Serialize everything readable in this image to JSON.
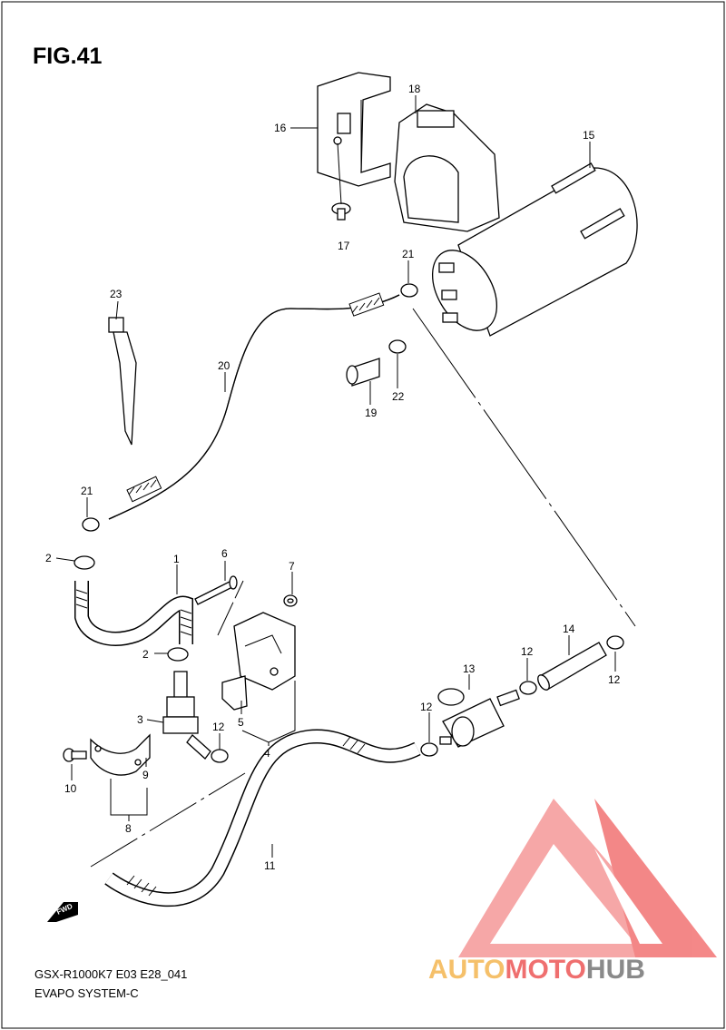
{
  "header": {
    "figure": "FIG.41"
  },
  "footer": {
    "model": "GSX-R1000K7 E03 E28_041",
    "system": "EVAPO SYSTEM-C"
  },
  "watermark": {
    "part1": "AUTO",
    "part2": "MOTO",
    "part3": "HUB",
    "colors": {
      "auto": "#f5c06a",
      "moto": "#ef6f6f",
      "hub": "#8a8a8a",
      "triangle": "#f06060"
    }
  },
  "direction": {
    "label": "FWD"
  },
  "parts": {
    "p1": "1",
    "p2a": "2",
    "p2b": "2",
    "p3": "3",
    "p4": "4",
    "p5": "5",
    "p6": "6",
    "p7": "7",
    "p8": "8",
    "p9": "9",
    "p10": "10",
    "p11": "11",
    "p12a": "12",
    "p12b": "12",
    "p12c": "12",
    "p12d": "12",
    "p13": "13",
    "p14": "14",
    "p15": "15",
    "p16": "16",
    "p17": "17",
    "p18": "18",
    "p19": "19",
    "p20": "20",
    "p21a": "21",
    "p21b": "21",
    "p22": "22",
    "p23": "23"
  }
}
